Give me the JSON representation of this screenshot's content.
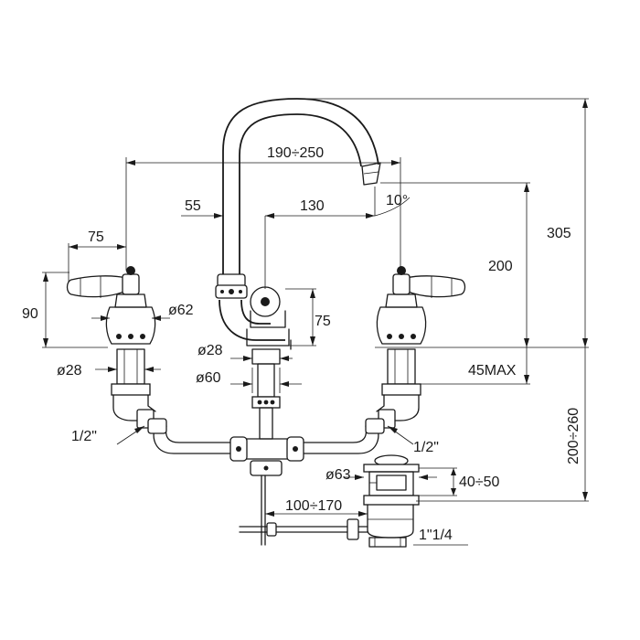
{
  "dimensions": {
    "spout_projection": "190÷250",
    "handle_spacing_left": "75",
    "spout_offset": "55",
    "spout_reach": "130",
    "spout_angle": "10°",
    "total_height": "305",
    "spout_height": "200",
    "handle_height": "90",
    "rosette_diameter": "ø62",
    "spout_body_height": "75",
    "spout_base_diameter": "ø28",
    "valve_diameter": "ø28",
    "spout_flange_diameter": "ø60",
    "deck_thickness_max": "45MAX",
    "inlet_left": "1/2\"",
    "inlet_right": "1/2\"",
    "waste_diameter": "ø63",
    "waste_height": "40÷50",
    "below_deck": "200÷260",
    "rod_length": "100÷170",
    "waste_thread": "1\"1/4"
  }
}
